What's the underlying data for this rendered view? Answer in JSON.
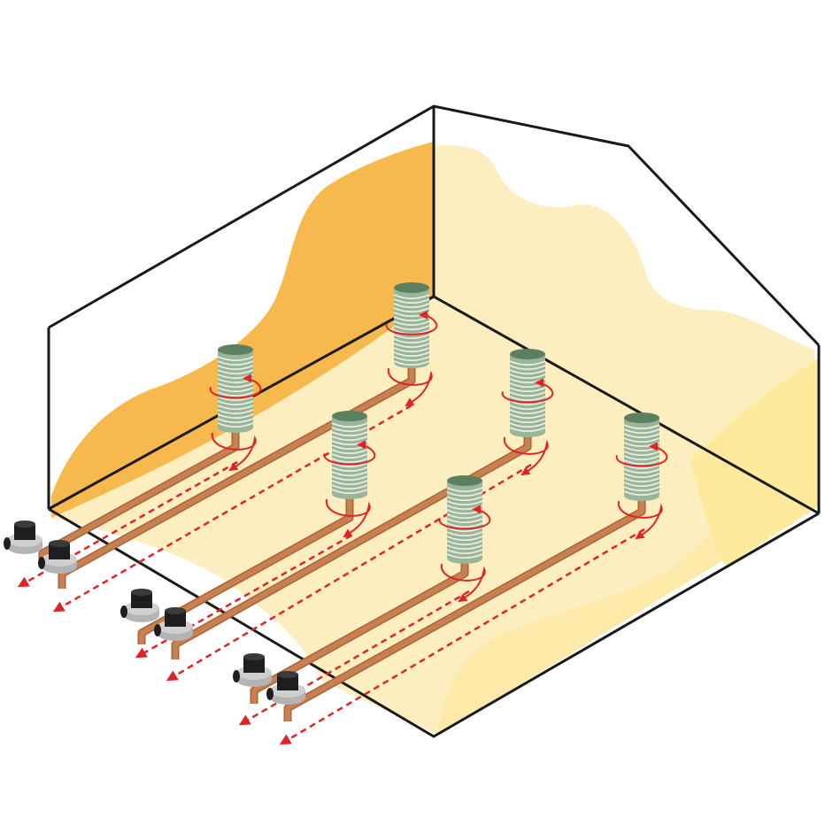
{
  "colors": {
    "background": "#ffffff",
    "outline": "#1a1a1a",
    "soil_dark": "#f7b84e",
    "soil_light": "#fdeec0",
    "soil_mid": "#fde9a8",
    "pipe": "#c98050",
    "pipe_dark": "#a86438",
    "coil_body": "#9bb59b",
    "coil_ring": "#eef2e4",
    "coil_top": "#5a8060",
    "flow_arrow": "#e02424",
    "pump_body": "#1e1e1e",
    "pump_base": "#b4b4b4"
  },
  "icons": {
    "pump": "vacuum-pump-icon",
    "coil": "slinky-coil-icon",
    "flow": "dashed-flow-arrow-icon"
  },
  "wells": [
    {
      "id": "well-1",
      "pipe": "well-1"
    },
    {
      "id": "well-2",
      "pipe": "well-2"
    },
    {
      "id": "well-3",
      "pipe": "well-3"
    },
    {
      "id": "well-4",
      "pipe": "well-4"
    },
    {
      "id": "well-5",
      "pipe": "well-5"
    },
    {
      "id": "well-6",
      "pipe": "well-6"
    }
  ]
}
